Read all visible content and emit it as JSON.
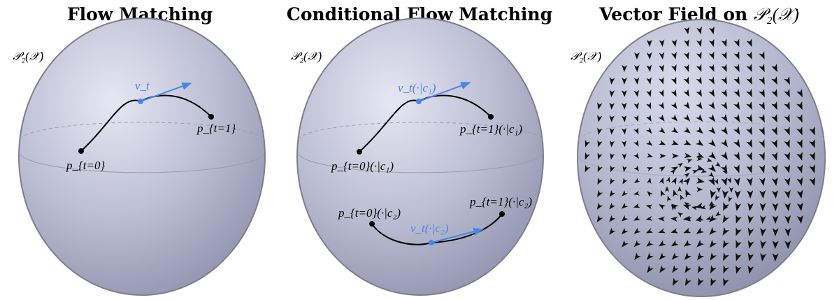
{
  "panels": [
    {
      "title": "Flow Matching",
      "space_label": "𝒫₂(𝒳)",
      "curve_start": "p_{t=0}",
      "curve_end": "p_{t=1}",
      "velocity": "v_t"
    },
    {
      "title": "Conditional Flow Matching",
      "space_label": "𝒫₂(𝒳)",
      "curves": [
        {
          "start": "p_{t=0}(·|c₁)",
          "end": "p_{t=1}(·|c₁)",
          "velocity": "v_t(·|c₁)"
        },
        {
          "start": "p_{t=0}(·|c₂)",
          "end": "p_{t=1}(·|c₂)",
          "velocity": "v_t(·|c₂)"
        }
      ]
    },
    {
      "title_prefix": "Vector Field on ",
      "title_math": "𝒫₂(𝒳)",
      "space_label": "𝒫₂(𝒳)"
    }
  ],
  "colors": {
    "sphere_light": "#e4e5f2",
    "sphere_mid": "#b7b9cf",
    "sphere_dark": "#8f92ad",
    "sphere_edge": "#7c7f8f",
    "curve": "#000000",
    "velocity": "#4a86e8",
    "equator": "#9a9cb0"
  }
}
